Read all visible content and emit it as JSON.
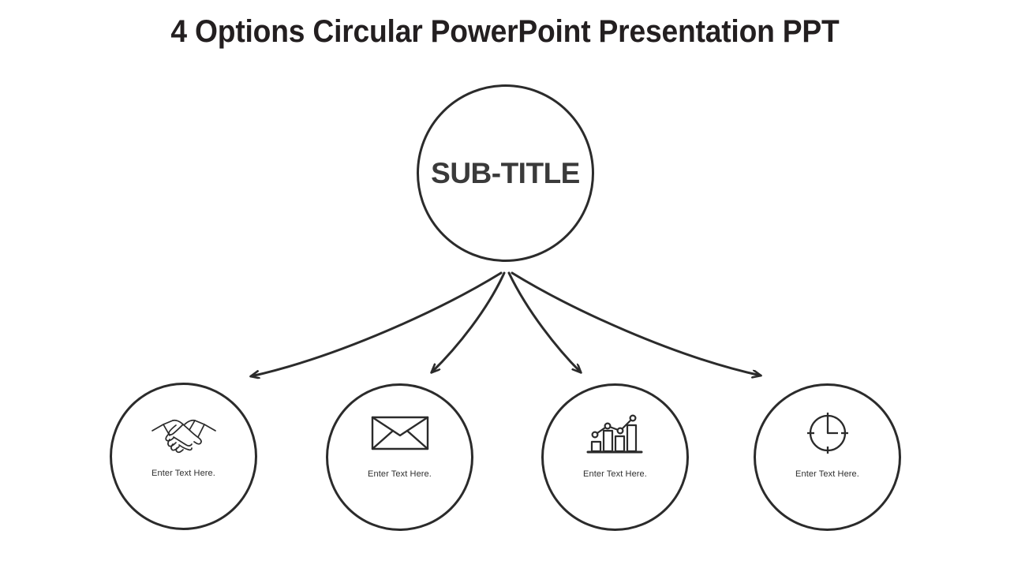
{
  "slide": {
    "title": "4 Options Circular PowerPoint Presentation PPT",
    "background_color": "#ffffff",
    "line_color": "#2b2b2b",
    "text_color": "#231f20"
  },
  "hub": {
    "label": "SUB-TITLE",
    "icon": "circle-outline"
  },
  "options": [
    {
      "id": "option-1",
      "icon": "handshake-icon",
      "label": "Enter Text Here."
    },
    {
      "id": "option-2",
      "icon": "envelope-icon",
      "label": "Enter Text Here."
    },
    {
      "id": "option-3",
      "icon": "bar-chart-line-icon",
      "label": "Enter Text Here."
    },
    {
      "id": "option-4",
      "icon": "clock-icon",
      "label": "Enter Text Here."
    }
  ],
  "connectors": {
    "count": 4,
    "style": "curved-arrow",
    "origin": "hub-bottom",
    "arrowhead": "open-v"
  }
}
